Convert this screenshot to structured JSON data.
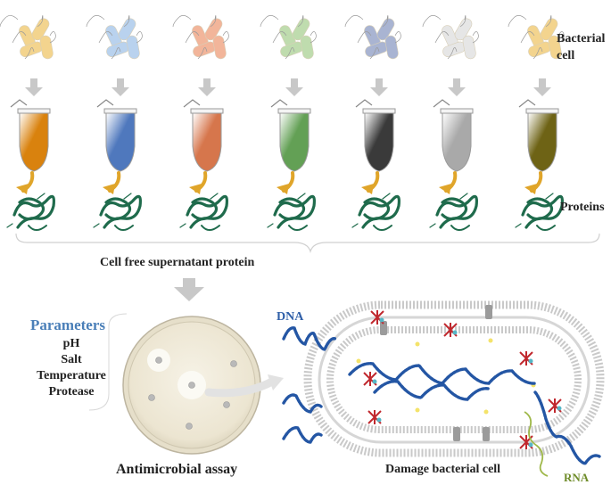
{
  "labels": {
    "bacterial_cell": "Bacterial cell",
    "proteins": "Proteins",
    "cell_free": "Cell free supernatant protein",
    "parameters_title": "Parameters",
    "parameters": [
      "pH",
      "Salt",
      "Temperature",
      "Protease"
    ],
    "antimicrobial_assay": "Antimicrobial assay",
    "dna": "DNA",
    "damage": "Damage bacterial cell",
    "rna": "RNA"
  },
  "strains": [
    {
      "cell_color": "#f3d48e",
      "tube_color": "#d9820e"
    },
    {
      "cell_color": "#b9d2ee",
      "tube_color": "#4f78bd"
    },
    {
      "cell_color": "#f2b59a",
      "tube_color": "#d6764c"
    },
    {
      "cell_color": "#bfdcae",
      "tube_color": "#63a055"
    },
    {
      "cell_color": "#a9b4d2",
      "tube_color": "#3a3a3a"
    },
    {
      "cell_color": "#e6e6e6",
      "tube_color": "#a9a9a9"
    },
    {
      "cell_color": "#f3d48e",
      "tube_color": "#6e6315"
    }
  ],
  "colors": {
    "arrow_gray": "#c8c8c8",
    "arrow_gold": "#e0a52a",
    "protein_green": "#1f6b4c",
    "dna_blue": "#2456a4",
    "membrane_gray": "#c9c9c9"
  }
}
